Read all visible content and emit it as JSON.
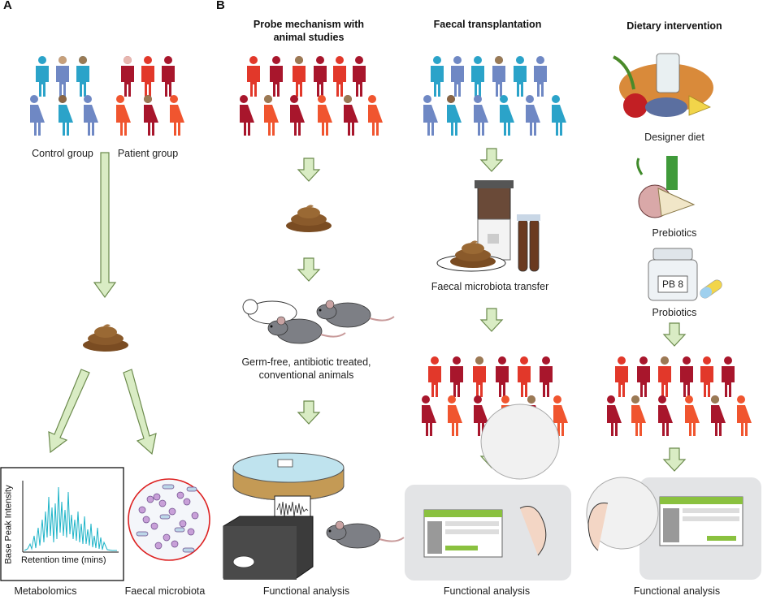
{
  "panels": {
    "a": {
      "letter": "A",
      "control_label": "Control group",
      "patient_label": "Patient group",
      "metabolomics_label": "Metabolomics",
      "microbiota_label": "Faecal microbiota",
      "chart_ylabel": "Base Peak Intensity",
      "chart_xlabel": "Retention time (mins)"
    },
    "b": {
      "letter": "B",
      "col1": {
        "title_line1": "Probe mechanism with",
        "title_line2": "animal studies",
        "animals_line1": "Germ-free, antibiotic treated,",
        "animals_line2": "conventional animals",
        "functional_label": "Functional analysis"
      },
      "col2": {
        "title": "Faecal transplantation",
        "transfer_label": "Faecal microbiota transfer",
        "functional_label": "Functional analysis"
      },
      "col3": {
        "title": "Dietary intervention",
        "diet_label": "Designer diet",
        "prebiotics_label": "Prebiotics",
        "bottle_label": "PB 8",
        "probiotics_label": "Probiotics",
        "functional_label": "Functional analysis"
      }
    }
  },
  "colors": {
    "control_blue": "#2ba3c9",
    "control_periwinkle": "#6f88c4",
    "patient_red": "#e2382a",
    "patient_crimson": "#a8162c",
    "patient_orange": "#f0552f",
    "arrow_fill": "#d9ecc4",
    "arrow_stroke": "#6b8a4c",
    "stool_brown": "#8a5a2b",
    "spectrum_cyan": "#1fb4c8"
  }
}
